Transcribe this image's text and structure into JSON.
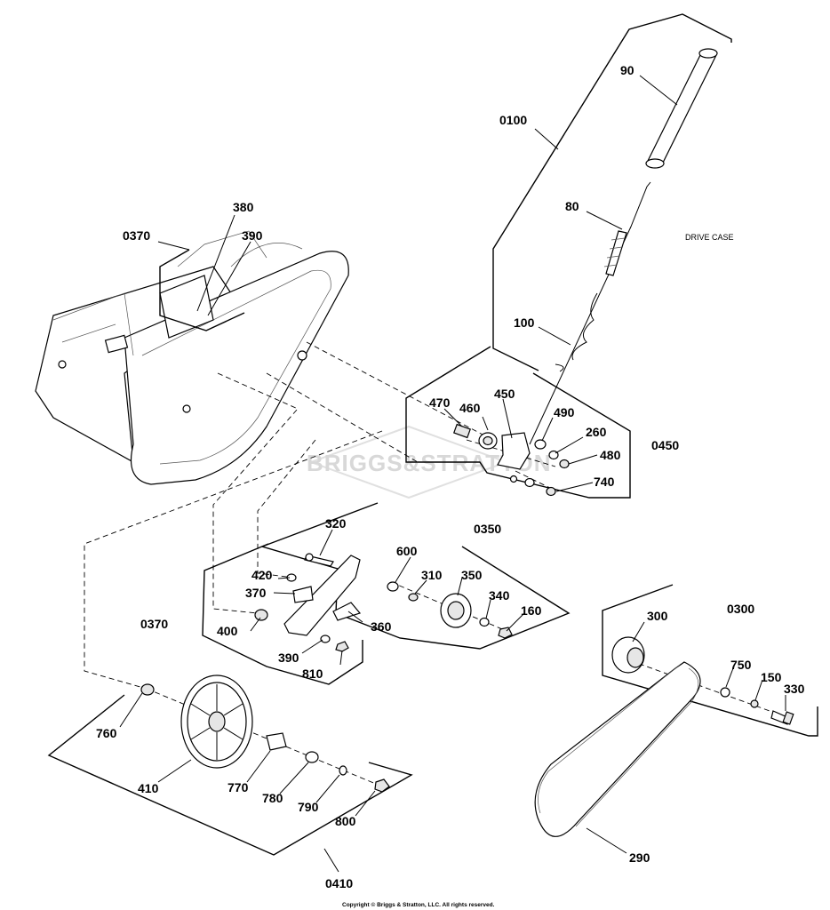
{
  "title": "DRIVE CASE",
  "watermark": "BRIGGS&STRATTON",
  "copyright": "Copyright © Briggs & Stratton, LLC. All rights reserved.",
  "callouts": {
    "c90": "90",
    "c0100": "0100",
    "c80": "80",
    "c380": "380",
    "c0370_top": "0370",
    "c390_top": "390",
    "c100": "100",
    "c470": "470",
    "c460": "460",
    "c450": "450",
    "c490": "490",
    "c260": "260",
    "c480": "480",
    "c0450": "0450",
    "c740": "740",
    "c320": "320",
    "c0350": "0350",
    "c600": "600",
    "c420": "420",
    "c310": "310",
    "c350": "350",
    "c370": "370",
    "c340": "340",
    "c0370_mid": "0370",
    "c160": "160",
    "c400": "400",
    "c360": "360",
    "c390_mid": "390",
    "c810": "810",
    "c300": "300",
    "c0300": "0300",
    "c750": "750",
    "c150": "150",
    "c330": "330",
    "c760": "760",
    "c410": "410",
    "c770": "770",
    "c780": "780",
    "c790": "790",
    "c800": "800",
    "c290": "290",
    "c0410": "0410"
  }
}
